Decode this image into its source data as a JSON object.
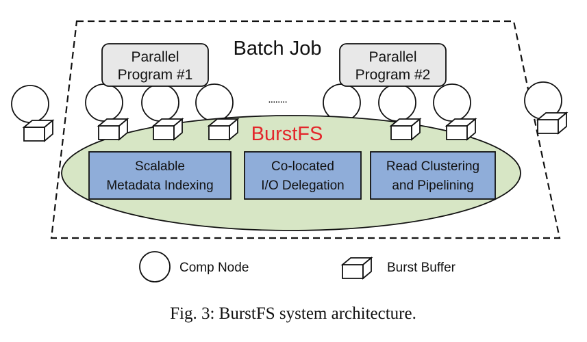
{
  "batch_job_label": "Batch Job",
  "programs": [
    {
      "line1": "Parallel",
      "line2": "Program #1"
    },
    {
      "line1": "Parallel",
      "line2": "Program #2"
    }
  ],
  "ellipsis": "........",
  "burstfs_label": "BurstFS",
  "components": [
    {
      "line1": "Scalable",
      "line2": "Metadata Indexing"
    },
    {
      "line1": "Co-located",
      "line2": "I/O Delegation"
    },
    {
      "line1": "Read Clustering",
      "line2": "and Pipelining"
    }
  ],
  "legend": {
    "comp_node": "Comp Node",
    "burst_buffer": "Burst Buffer"
  },
  "caption": "Fig. 3: BurstFS system architecture.",
  "colors": {
    "burstfs_text": "#e3262b",
    "ellipse_fill": "#d7e6c5",
    "component_fill": "#8fadd9",
    "program_fill": "#e8e8e8"
  }
}
